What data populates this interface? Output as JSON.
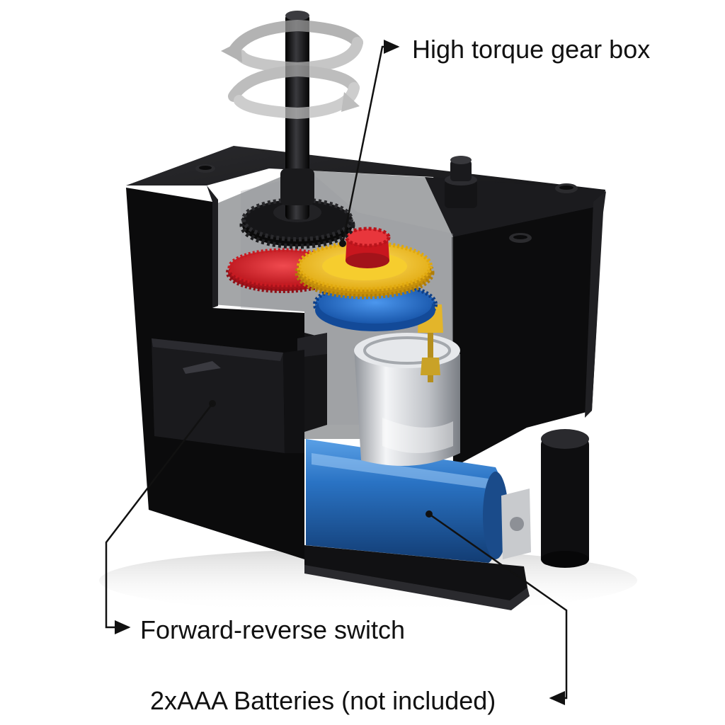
{
  "callouts": {
    "gearbox": "High torque gear box",
    "switch": "Forward-reverse switch",
    "batteries": "2xAAA Batteries (not included)"
  },
  "colors": {
    "housing": "#0b0b0c",
    "gear_red": "#d81f26",
    "gear_yellow": "#f2c21c",
    "gear_blue": "#1d6fd1",
    "battery_blue": "#1f5fa8",
    "motor_silver": "#c9ccd1",
    "pinion_gold": "#c9a227"
  },
  "icons": {
    "rotation": "rotation-arrows-icon",
    "pointer": "callout-arrow-icon"
  }
}
